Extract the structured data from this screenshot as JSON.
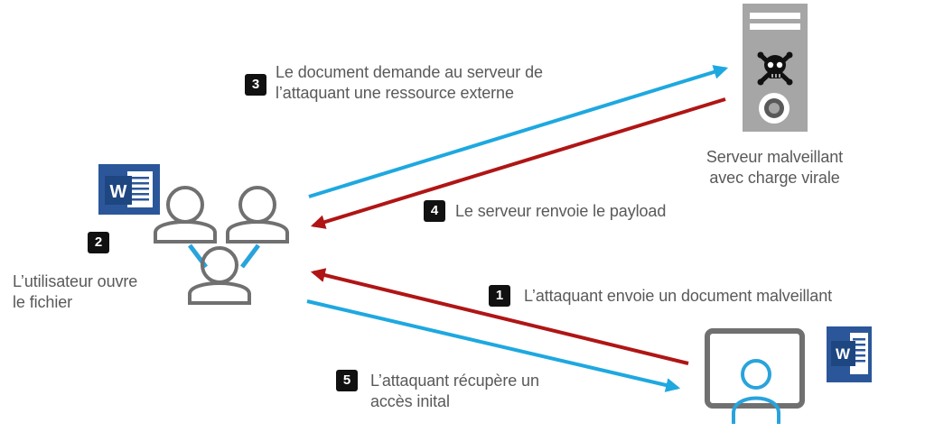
{
  "colors": {
    "blue_arrow": "#1EA8E0",
    "red_arrow": "#B01515",
    "user_icon": "#707070",
    "user_link": "#29A3DC",
    "server_body": "#A6A6A6",
    "word_blue": "#2B579A",
    "badge_bg": "#111111",
    "text": "#595959"
  },
  "icons": {
    "server": "server-tower-icon",
    "skull": "skull-crossbones-icon",
    "users": "user-group-icon",
    "word": "word-document-icon",
    "attacker": "monitor-user-icon"
  },
  "steps": [
    {
      "number": "1",
      "lines": [
        "L’attaquant envoie un document malveillant"
      ]
    },
    {
      "number": "2",
      "lines": [
        "L’utilisateur ouvre",
        "le fichier"
      ]
    },
    {
      "number": "3",
      "lines": [
        "Le document demande au serveur de",
        "l’attaquant une ressource externe"
      ]
    },
    {
      "number": "4",
      "lines": [
        "Le serveur renvoie le payload"
      ]
    },
    {
      "number": "5",
      "lines": [
        "L’attaquant récupère un",
        "accès inital"
      ]
    }
  ],
  "server_label": [
    "Serveur malveillant",
    "avec charge virale"
  ],
  "word_letter": "W"
}
